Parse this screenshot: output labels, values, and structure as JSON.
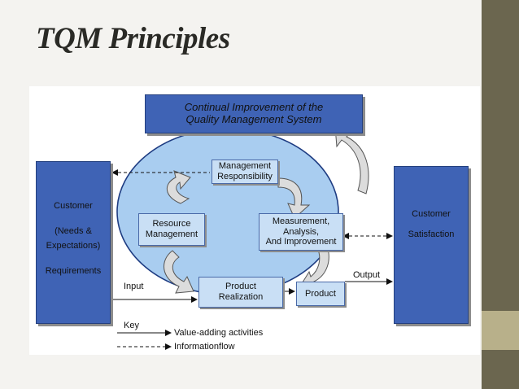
{
  "slide": {
    "title": "TQM Principles",
    "colors": {
      "accent_bar": "#6b664f",
      "stripe": "#b8b08a",
      "box_blue": "#3f63b5",
      "ellipse": "#a9cdf0"
    }
  },
  "diagram": {
    "top_box": {
      "line1": "Continual Improvement  of the",
      "line2": "Quality Management  System"
    },
    "left_box": {
      "line1": "Customer",
      "line2": "(Needs &",
      "line3": "Expectations)",
      "line4": "Requirements"
    },
    "right_box": {
      "line1": "Customer",
      "line2": "Satisfaction"
    },
    "management": {
      "line1": "Management",
      "line2": "Responsibility"
    },
    "resource": {
      "line1": "Resource",
      "line2": "Management"
    },
    "measurement": {
      "line1": "Measurement,",
      "line2": "Analysis,",
      "line3": "And Improvement"
    },
    "realization": {
      "line1": "Product",
      "line2": "Realization"
    },
    "product": "Product",
    "input_label": "Input",
    "output_label": "Output",
    "key": {
      "title": "Key",
      "value_adding": "Value-adding activities",
      "information": "Informationflow"
    }
  }
}
